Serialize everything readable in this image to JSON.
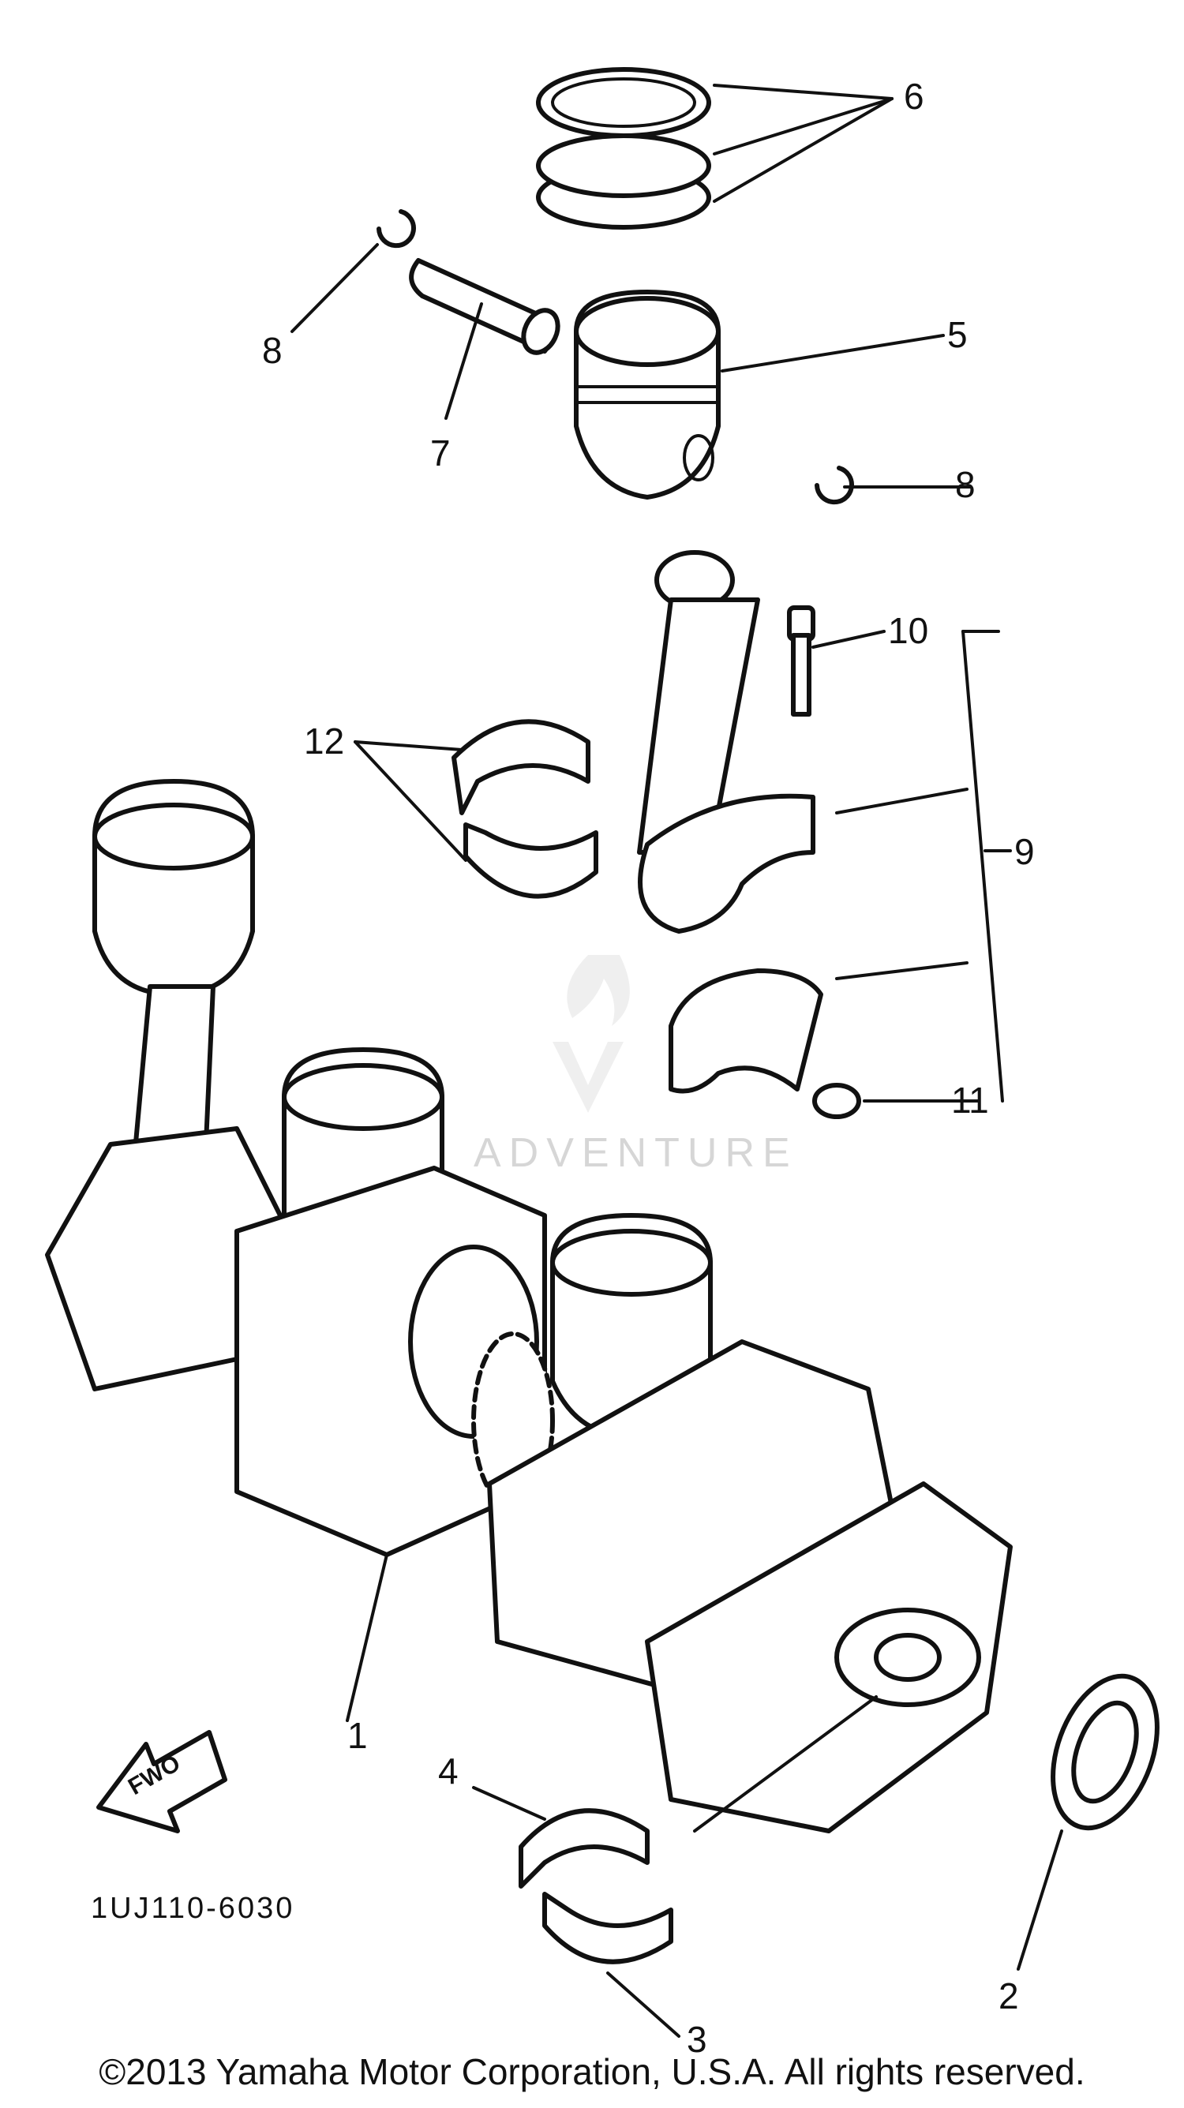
{
  "callouts": {
    "c1": "1",
    "c2": "2",
    "c3": "3",
    "c4": "4",
    "c5": "5",
    "c6": "6",
    "c7": "7",
    "c8a": "8",
    "c8b": "8",
    "c9": "9",
    "c10": "10",
    "c11": "11",
    "c12": "12"
  },
  "fwd_label": "FWO",
  "diagram_code": "1UJ110-6030",
  "watermark": "ADVENTURE",
  "copyright": "©2013 Yamaha Motor Corporation, U.S.A. All rights reserved."
}
